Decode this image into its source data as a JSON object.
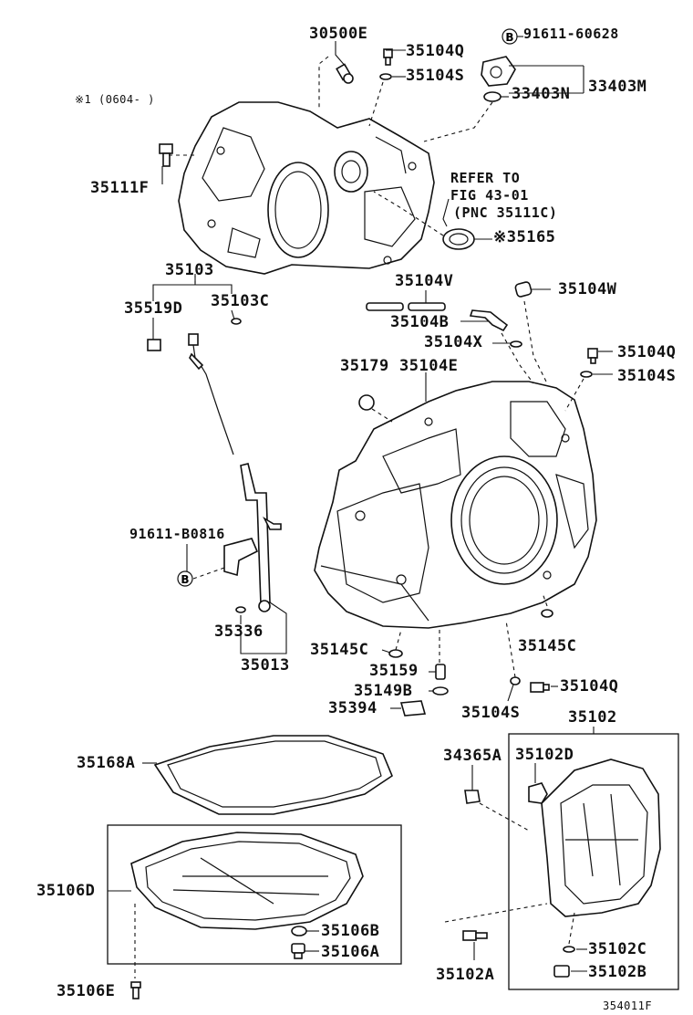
{
  "note": "※1 (0604-   )",
  "figure_id": "354011F",
  "refer": {
    "line1": "REFER TO",
    "line2": "FIG 43-01",
    "line3": "(PNC 35111C)"
  },
  "labels": {
    "p30500E": "30500E",
    "p35104Q_top": "35104Q",
    "p35104S_top": "35104S",
    "p91611_60628": "91611-60628",
    "p33403N": "33403N",
    "p33403M": "33403M",
    "p35111F": "35111F",
    "p35165": "※35165",
    "p35103": "35103",
    "p35519D": "35519D",
    "p35103C": "35103C",
    "p35104V": "35104V",
    "p35104W": "35104W",
    "p35104B": "35104B",
    "p35104X": "35104X",
    "p35104Q_mid": "35104Q",
    "p35179": "35179",
    "p35104E": "35104E",
    "p35104S_mid": "35104S",
    "p91611_B0816": "91611-B0816",
    "p35336": "35336",
    "p35013": "35013",
    "p35145C_left": "35145C",
    "p35145C_right": "35145C",
    "p35159": "35159",
    "p35149B": "35149B",
    "p35104Q_low": "35104Q",
    "p35394": "35394",
    "p35104S_low": "35104S",
    "p35102": "35102",
    "p35168A": "35168A",
    "p34365A": "34365A",
    "p35102D": "35102D",
    "p35106D": "35106D",
    "p35106B": "35106B",
    "p35106A": "35106A",
    "p35102C": "35102C",
    "p35102B": "35102B",
    "p35102A": "35102A",
    "p35106E": "35106E"
  },
  "bolt_marker": "B"
}
